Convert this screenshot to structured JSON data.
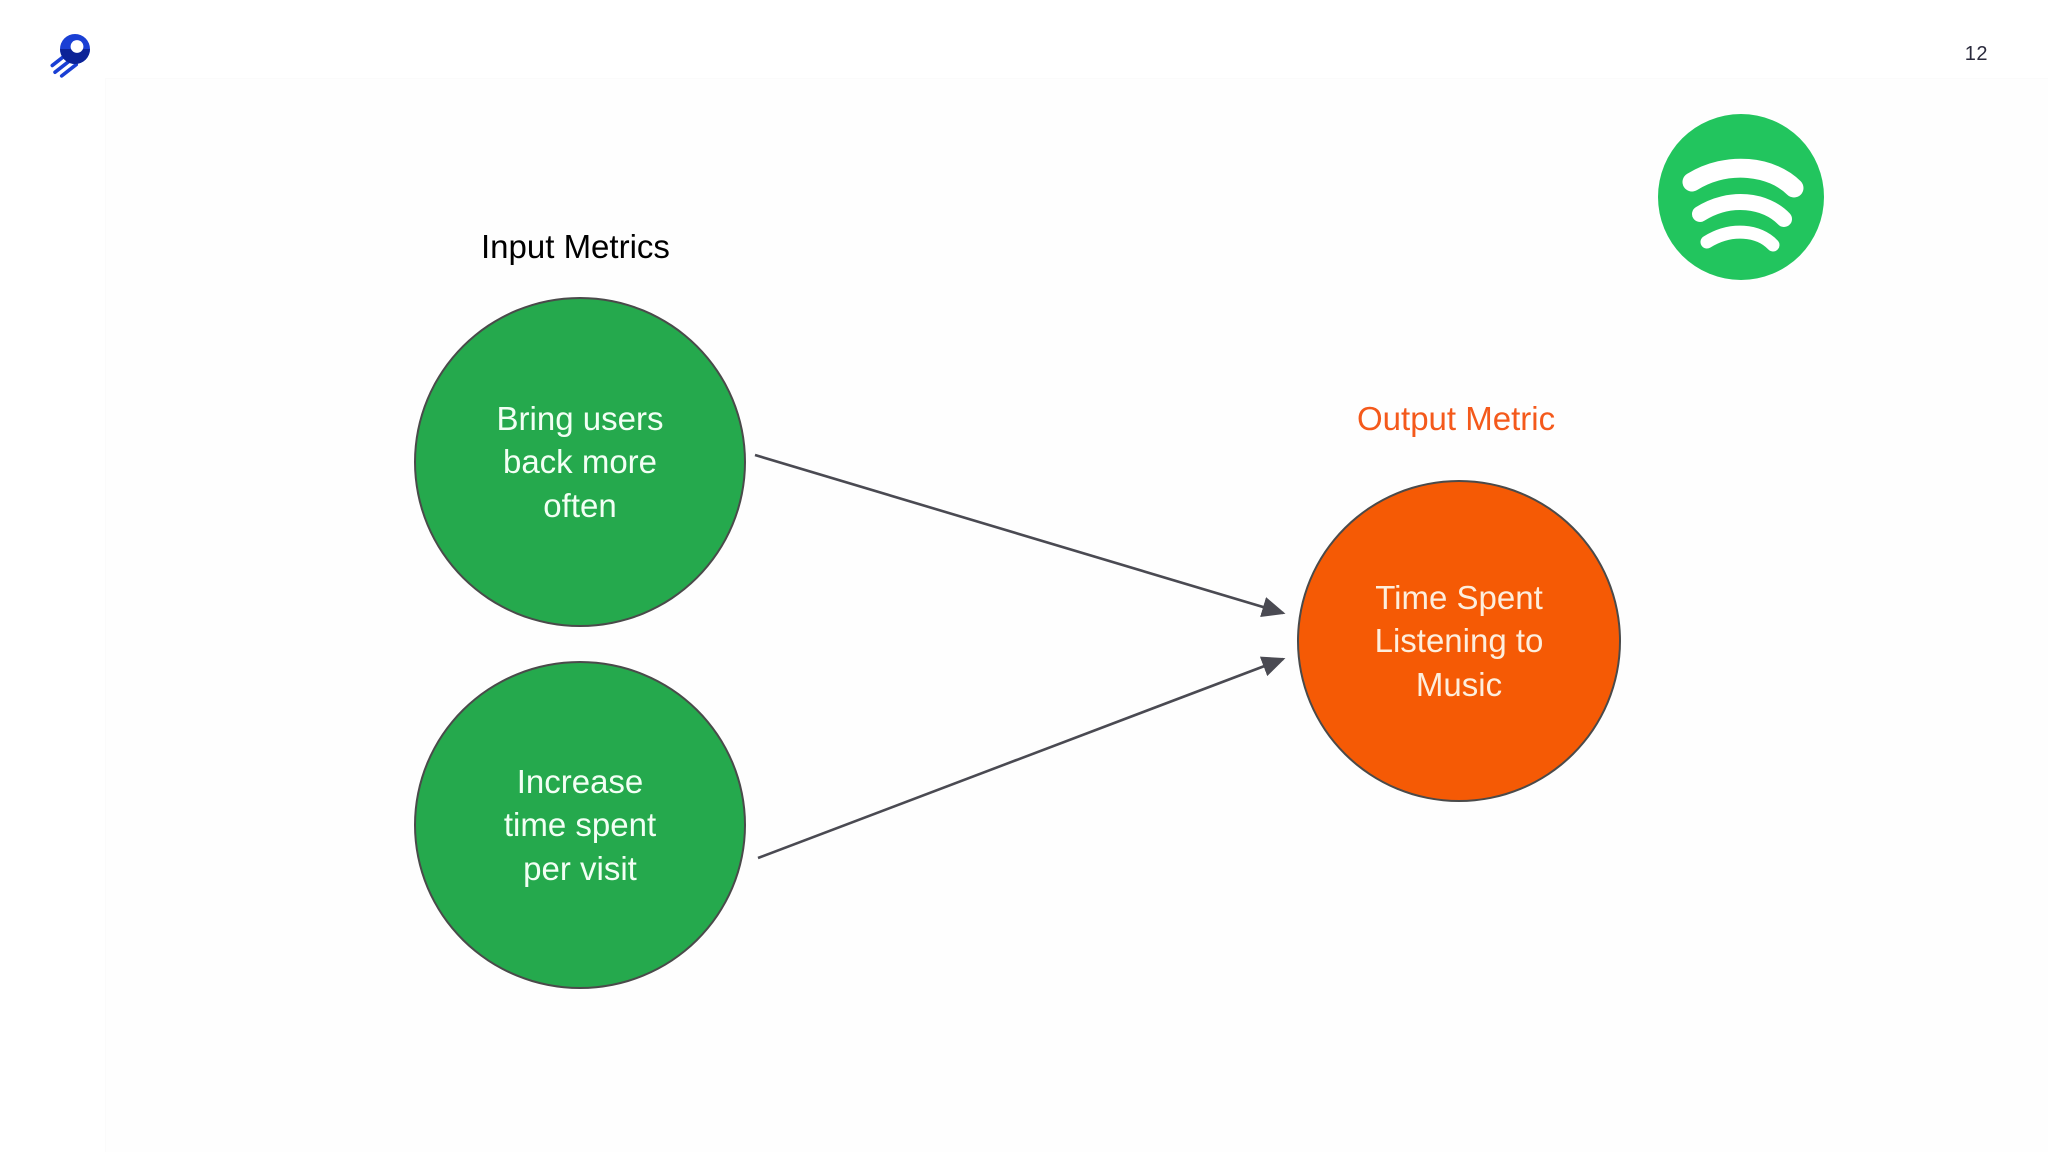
{
  "slide": {
    "page_number": "12",
    "background_color": "#ffffff"
  },
  "brand": {
    "logo_icon": "rocket-comet-logo",
    "logo_color": "#1a3fd4",
    "logo_accent_color": "#0a1f8c"
  },
  "partner": {
    "logo_icon": "spotify-logo",
    "logo_color": "#22c55e",
    "logo_bars_color": "#ffffff"
  },
  "captions": {
    "input": {
      "text": "Input Metrics",
      "color": "#000000"
    },
    "output": {
      "text": "Output Metric",
      "color": "#f4591b"
    }
  },
  "nodes": {
    "input": [
      {
        "id": "bring-users-back-more-often",
        "text": "Bring users\nback more\noften",
        "fill": "#25a94d",
        "text_color": "#f2fff4",
        "stroke": "#4a4a4a"
      },
      {
        "id": "increase-time-spent-per-visit",
        "text": "Increase\ntime spent\nper visit",
        "fill": "#25a94d",
        "text_color": "#f2fff4",
        "stroke": "#4a4a4a"
      }
    ],
    "output": {
      "id": "time-spent-listening-to-music",
      "text": "Time Spent\nListening to\nMusic",
      "fill": "#f55a05",
      "text_color": "#fdeedd",
      "stroke": "#4a4a4a"
    }
  },
  "connectors": {
    "color": "#4a4a52",
    "edges": [
      {
        "from": "bring-users-back-more-often",
        "to": "time-spent-listening-to-music"
      },
      {
        "from": "increase-time-spent-per-visit",
        "to": "time-spent-listening-to-music"
      }
    ]
  }
}
